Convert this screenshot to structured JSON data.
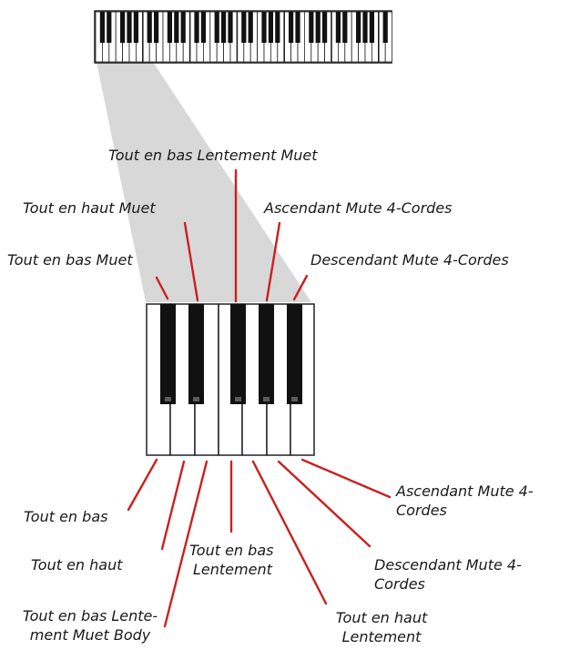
{
  "colors": {
    "callout_line": "#cc1f1f",
    "zoom_wedge": "#d8d8d8",
    "black_key": "#111111",
    "white_key": "#ffffff",
    "key_outline": "#222222",
    "label_text": "#1a1a1a"
  },
  "black_key_labels": {
    "lentement_muet": "Tout en bas Lentement Muet",
    "haut_muet": "Tout en haut Muet",
    "ascendant_4": "Ascendant Mute 4-Cordes",
    "bas_muet": "Tout en bas Muet",
    "descendant_4": "Descendant Mute 4-Cordes"
  },
  "white_key_labels": {
    "asc_line1": "Ascendant Mute 4-",
    "asc_line2": "Cordes",
    "bas": "Tout en bas",
    "bas_lent_line1": "Tout en bas",
    "bas_lent_line2": "Lentement",
    "haut": "Tout en haut",
    "desc_line1": "Descendant Mute 4-",
    "desc_line2": "Cordes",
    "haut_lent_line1": "Tout en haut",
    "haut_lent_line2": "Lentement",
    "body_line1": "Tout en bas Lente-",
    "body_line2": "ment Muet Body"
  }
}
